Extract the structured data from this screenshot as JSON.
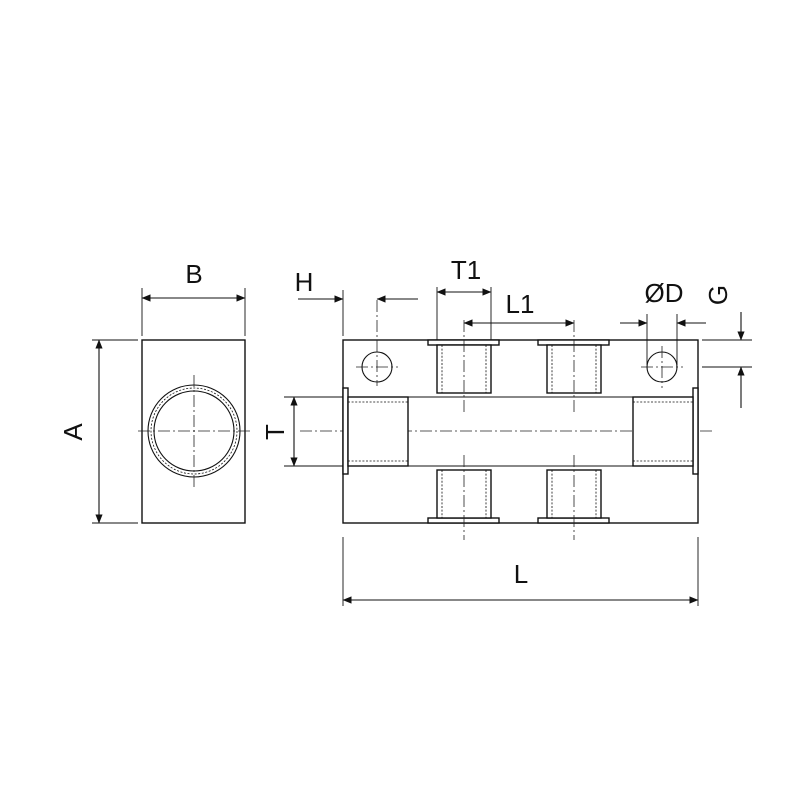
{
  "labels": {
    "B": "B",
    "A": "A",
    "H": "H",
    "T1": "T1",
    "L1": "L1",
    "OD": "ØD",
    "G": "G",
    "T": "T",
    "L": "L"
  }
}
